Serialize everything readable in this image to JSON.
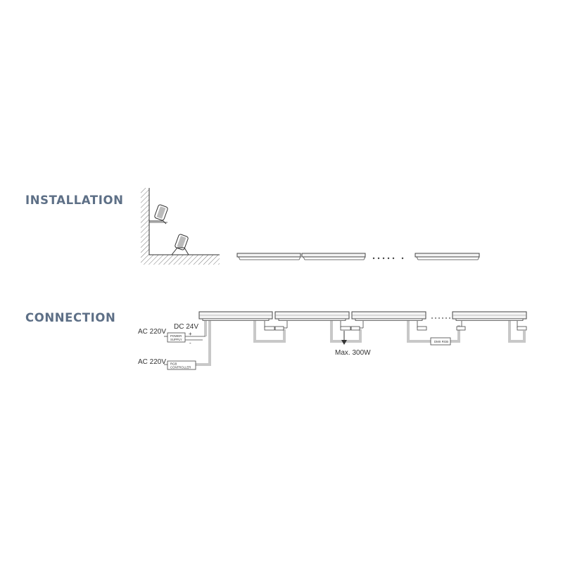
{
  "sections": {
    "installation": {
      "title": "INSTALLATION"
    },
    "connection": {
      "title": "CONNECTION"
    }
  },
  "connection": {
    "ac_label_1": "AC 220V",
    "ac_label_2": "AC 220V",
    "dc_label": "DC 24V",
    "plus": "+",
    "minus": "-",
    "power_supply_line1": "POWER",
    "power_supply_line2": "SUPPLY",
    "controller_line1": "RGB",
    "controller_line2": "CONTROLLER",
    "max_label": "Max. 300W",
    "dmx_label": "DMX RGB"
  },
  "colors": {
    "heading": "#5d6f86",
    "line": "#444444",
    "cable": "#c8c8c8",
    "fixture_fill": "#f4f4f4"
  }
}
